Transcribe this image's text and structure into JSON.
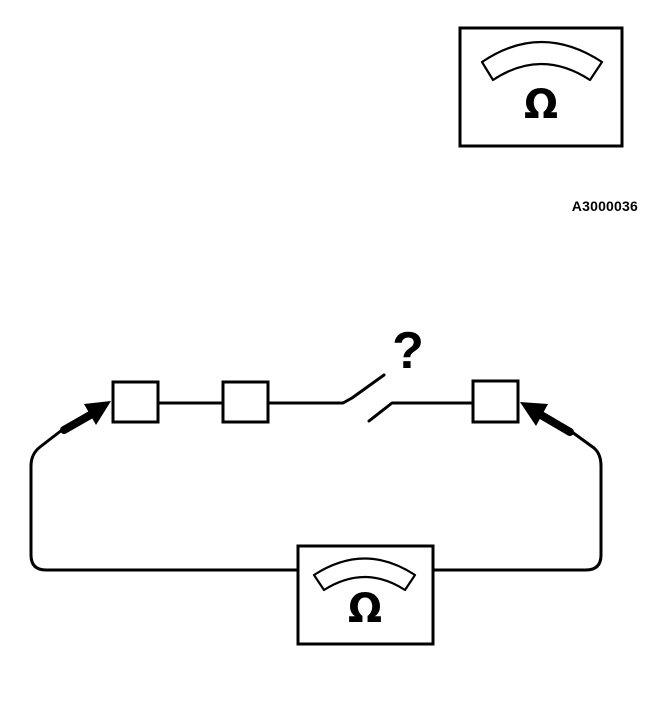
{
  "figure": {
    "id": "A3000036"
  },
  "meter_top": {
    "symbol": "Ω"
  },
  "meter_bottom": {
    "symbol": "Ω"
  },
  "circuit": {
    "unknown_mark": "?",
    "components": [
      "connector-1",
      "component-2",
      "connector-3"
    ],
    "switch_state": "open"
  },
  "colors": {
    "line": "#000000",
    "background": "#ffffff"
  }
}
